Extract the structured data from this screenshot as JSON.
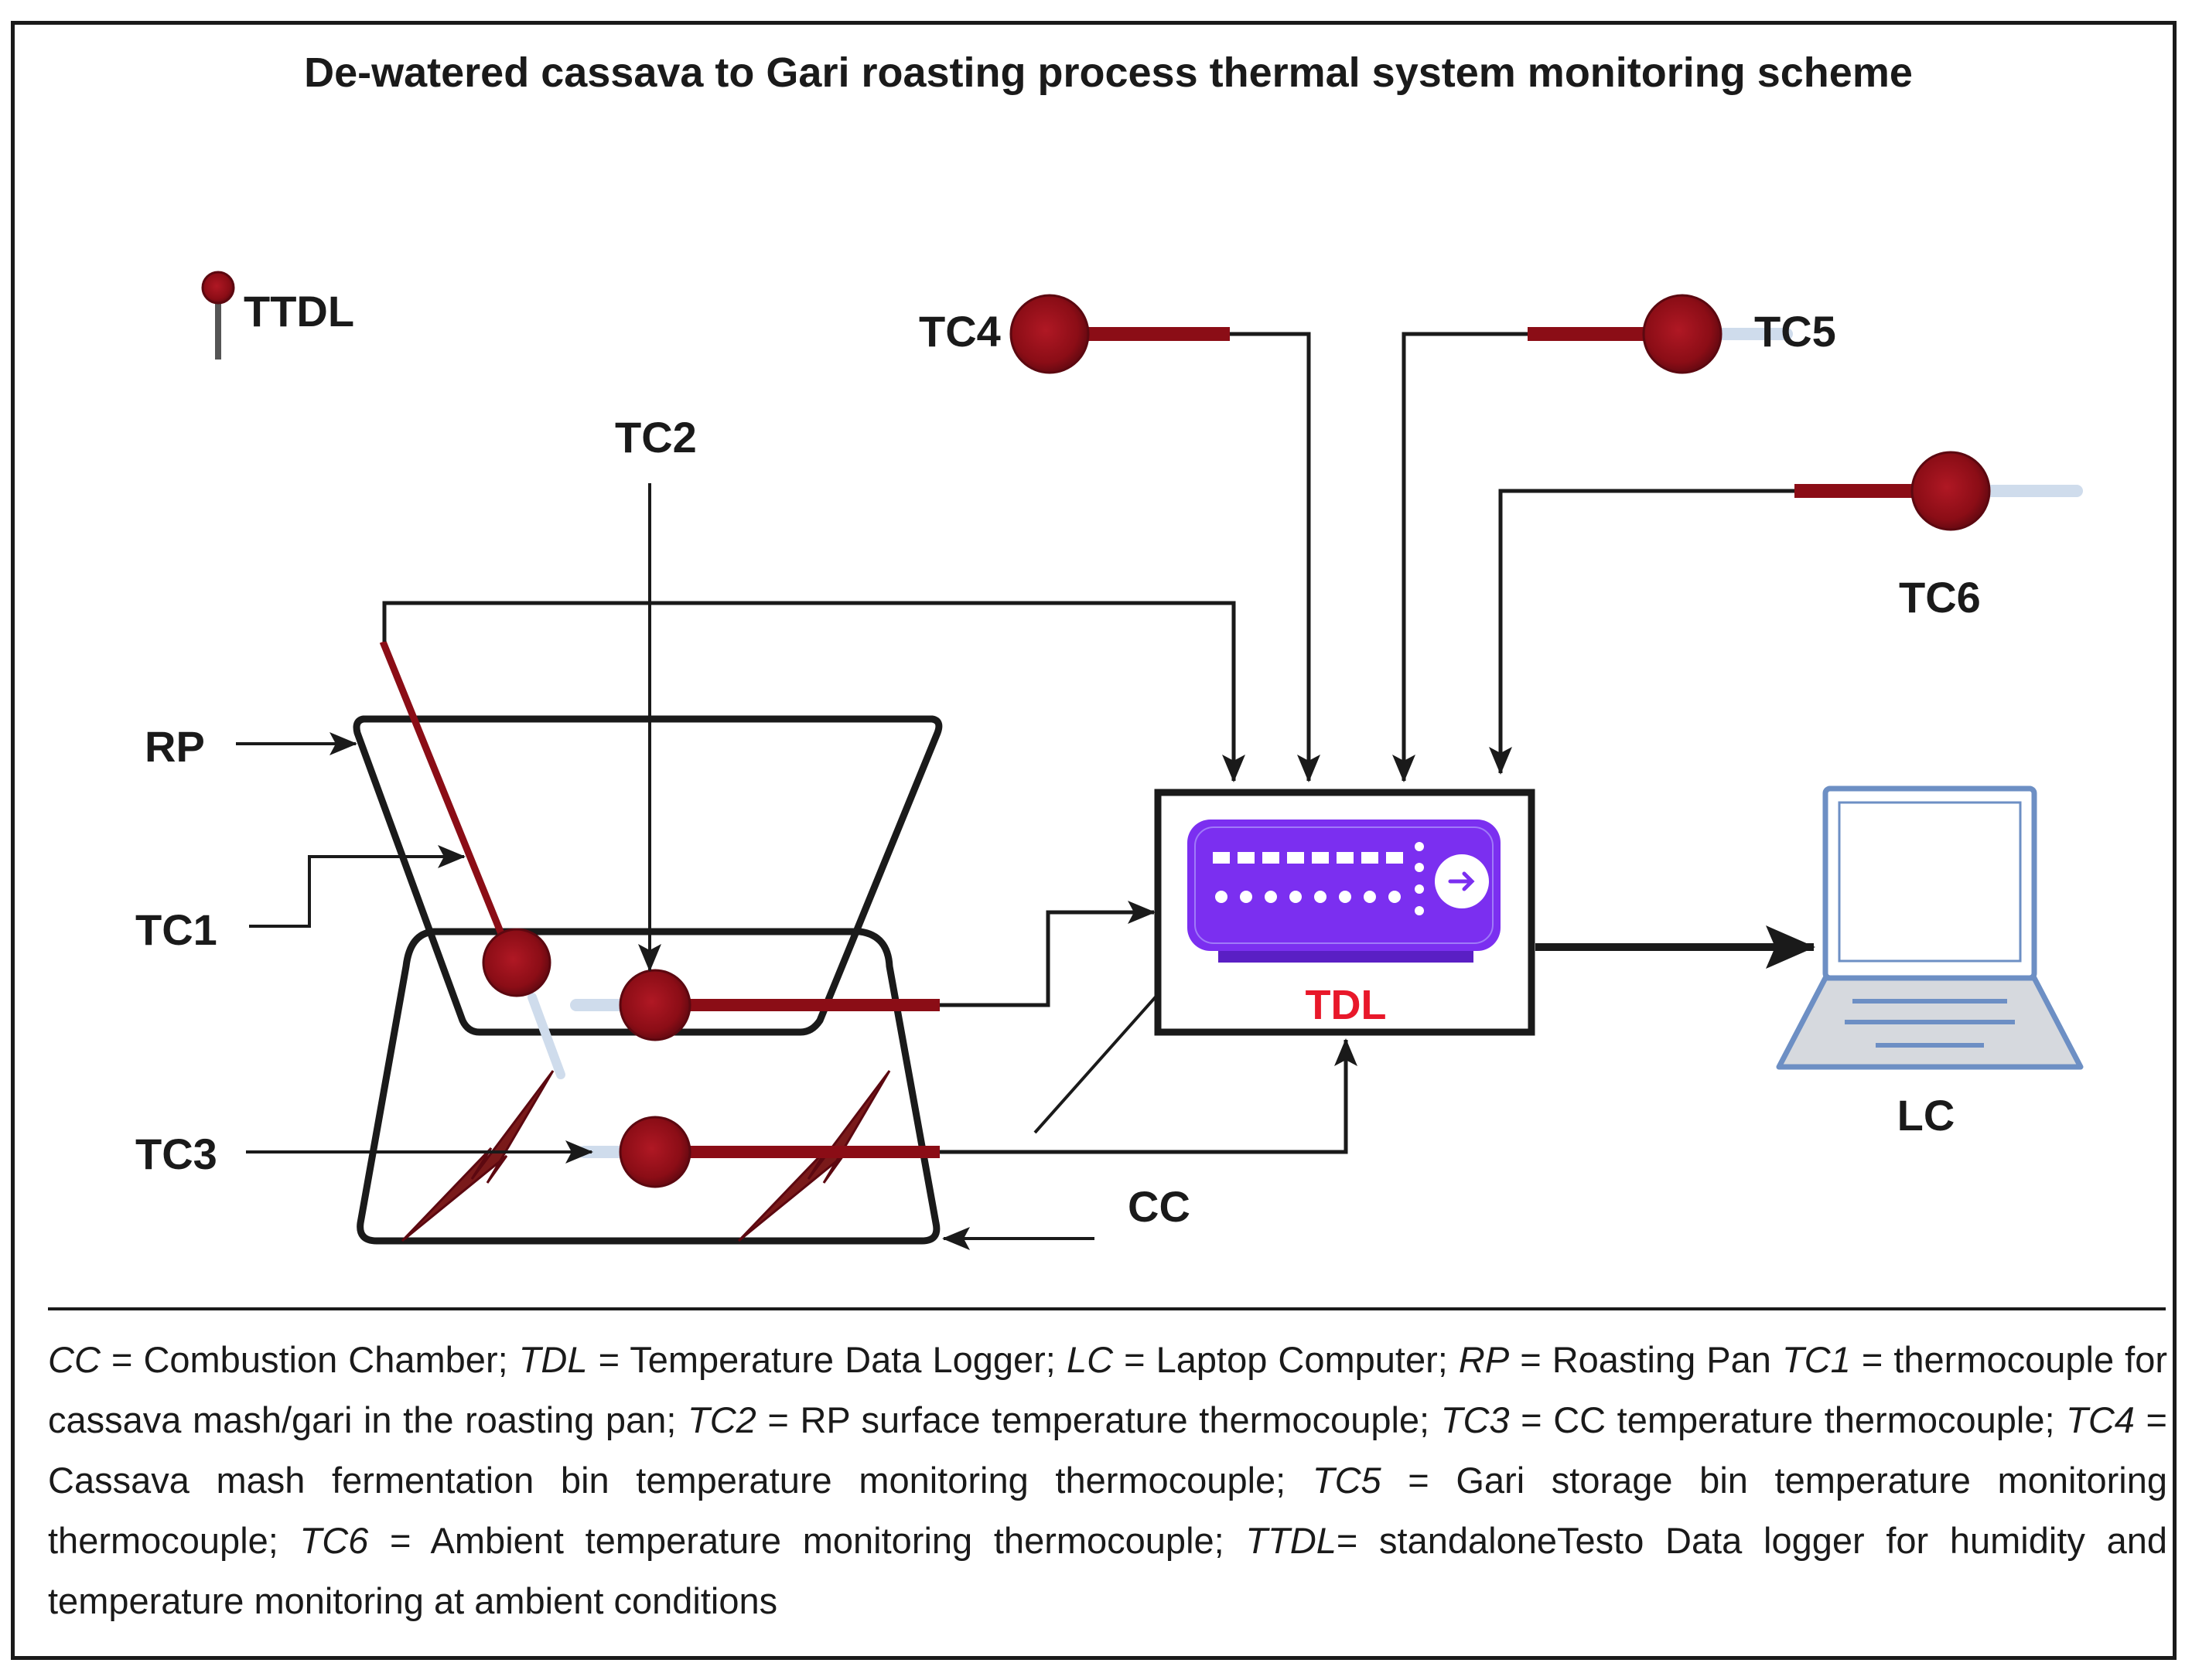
{
  "title": "De-watered cassava to Gari roasting process thermal system monitoring scheme",
  "labels": {
    "ttdl": "TTDL",
    "tc1": "TC1",
    "tc2": "TC2",
    "tc3": "TC3",
    "tc4": "TC4",
    "tc5": "TC5",
    "tc6": "TC6",
    "rp": "RP",
    "cc": "CC",
    "tdl": "TDL",
    "lc": "LC"
  },
  "legend": [
    {
      "abbr": "CC",
      "text": " = Combustion Chamber;  "
    },
    {
      "abbr": "TDL",
      "text": " = Temperature Data Logger;  "
    },
    {
      "abbr": "LC",
      "text": " = Laptop Computer; "
    },
    {
      "abbr": "RP",
      "text": " = Roasting Pan  "
    },
    {
      "abbr": "TC1",
      "text": " = thermocouple for cassava mash/gari in the roasting pan;  "
    },
    {
      "abbr": "TC2",
      "text": " = RP surface temperature thermocouple;  "
    },
    {
      "abbr": "TC3",
      "text": " = CC temperature thermocouple;  "
    },
    {
      "abbr": "TC4",
      "text": " = Cassava mash fermentation bin temperature monitoring thermocouple;  "
    },
    {
      "abbr": "TC5",
      "text": " = Gari storage bin temperature monitoring thermocouple; "
    },
    {
      "abbr": "TC6",
      "text": " = Ambient temperature monitoring thermocouple; "
    },
    {
      "abbr": "TTDL",
      "text": "= standaloneTesto Data logger for humidity and temperature monitoring at ambient conditions"
    }
  ],
  "colors": {
    "line": "#1a1a1a",
    "probe": "#8b0d16",
    "probe_tip": "#cfdcec",
    "flame": "#7a1a1a",
    "logger_body": "#7b2ff0",
    "logger_text": "#e8182a",
    "laptop": "#6d8fc4",
    "laptop_fill": "#d6d9de"
  }
}
